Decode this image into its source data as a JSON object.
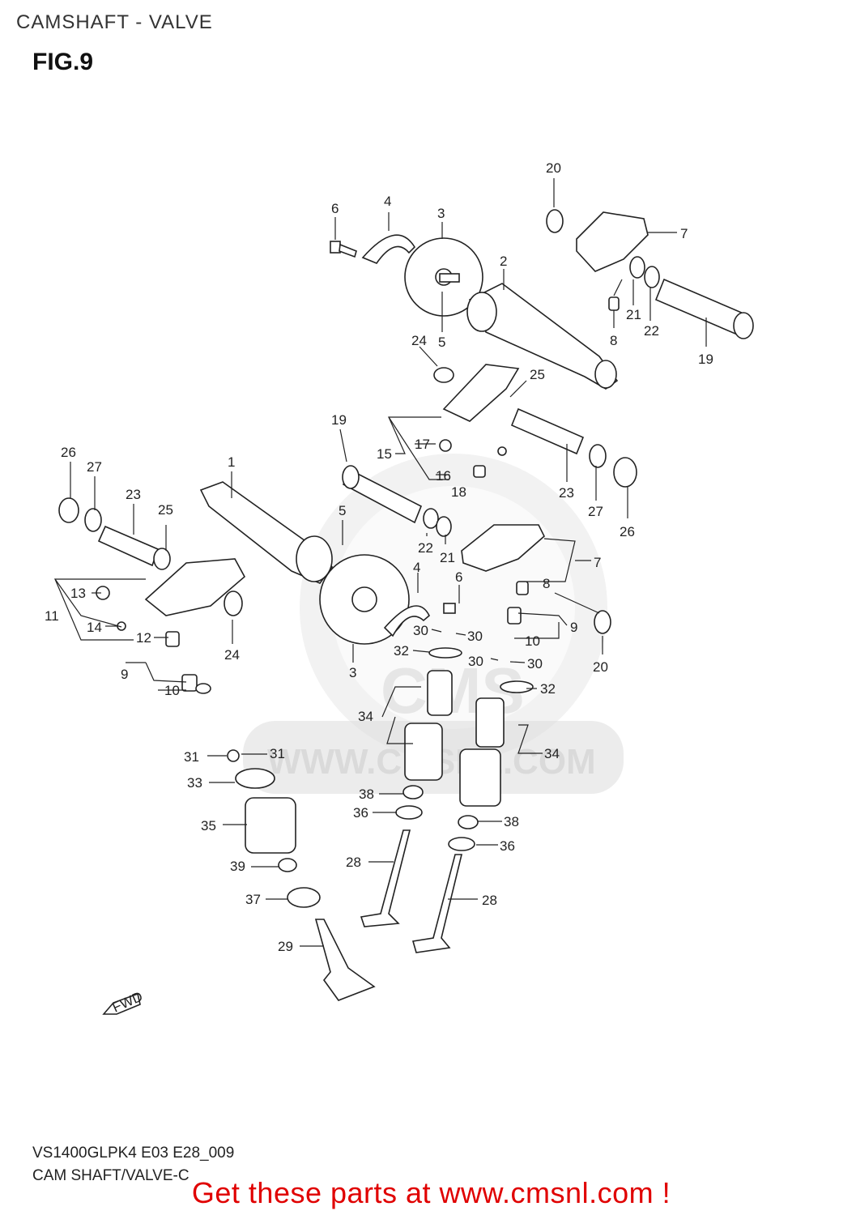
{
  "header": {
    "title": "CAMSHAFT - VALVE",
    "figure": "FIG.9"
  },
  "watermark": {
    "site": "WWW.CMSNL.COM",
    "brand": "CMS"
  },
  "footer": {
    "model_code": "VS1400GLPK4 E03 E28_009",
    "section_name": "CAM SHAFT/VALVE-C",
    "call_to_action": "Get these parts at www.cmsnl.com !"
  },
  "fwd_marker": "FWD",
  "callouts": [
    "20",
    "4",
    "6",
    "3",
    "7",
    "2",
    "21",
    "8",
    "22",
    "19",
    "24",
    "5",
    "25",
    "19",
    "17",
    "15",
    "16",
    "18",
    "23",
    "26",
    "27",
    "1",
    "27",
    "26",
    "23",
    "25",
    "5",
    "22",
    "21",
    "7",
    "4",
    "6",
    "8",
    "13",
    "11",
    "14",
    "12",
    "24",
    "3",
    "30",
    "30",
    "9",
    "10",
    "32",
    "30",
    "30",
    "20",
    "9",
    "10",
    "32",
    "34",
    "31",
    "31",
    "34",
    "33",
    "38",
    "36",
    "35",
    "38",
    "36",
    "39",
    "28",
    "37",
    "28",
    "29"
  ],
  "colors": {
    "line": "#222222",
    "cta": "#e00000",
    "watermark": "#d9d9d9"
  }
}
